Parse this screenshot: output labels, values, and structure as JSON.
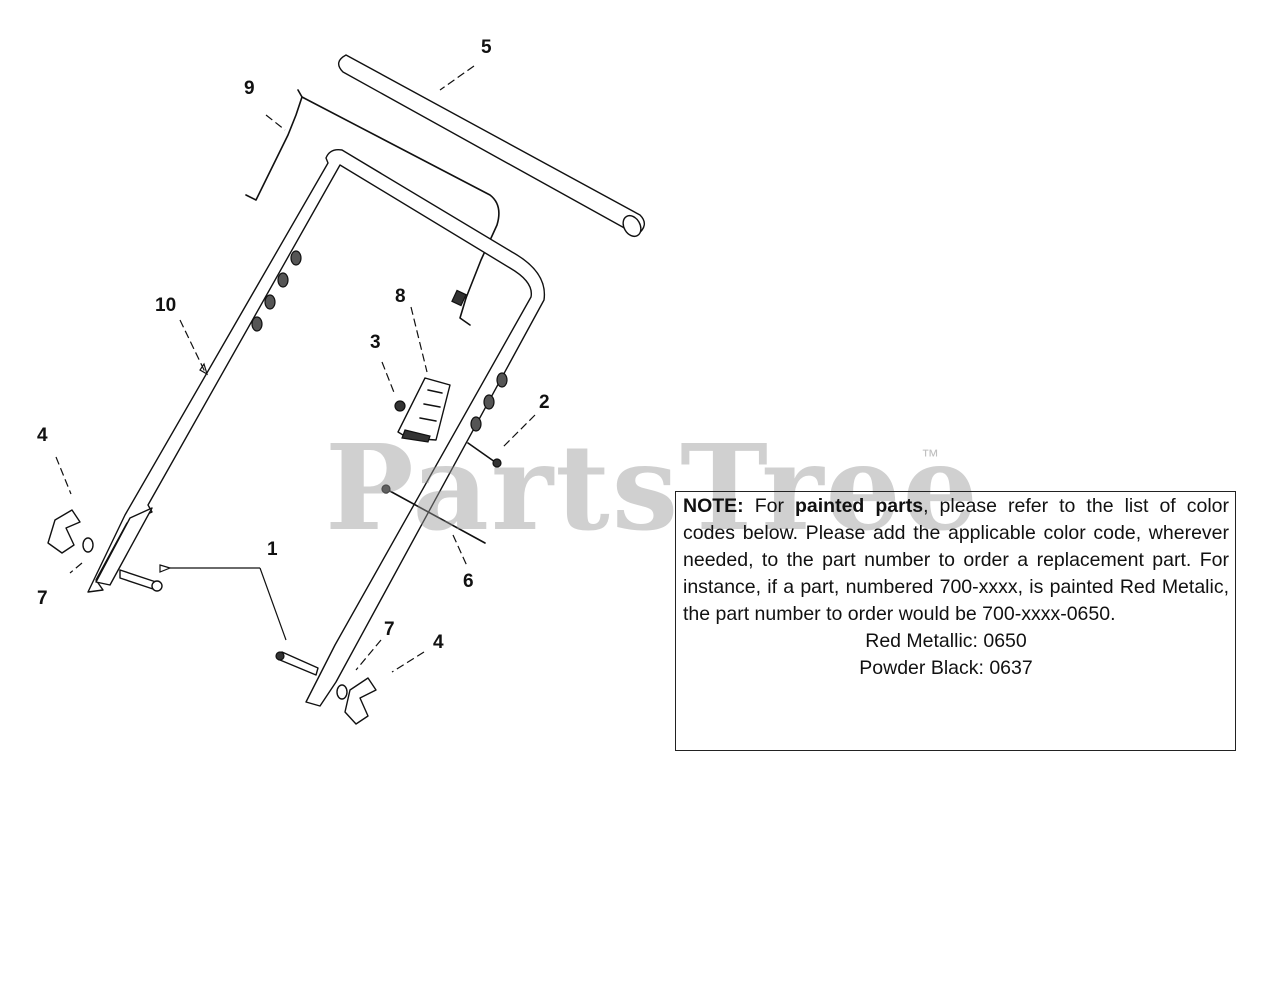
{
  "watermark": {
    "text": "PartsTree",
    "trademark": "™"
  },
  "callouts": {
    "c1": "1",
    "c2": "2",
    "c3": "3",
    "c4a": "4",
    "c4b": "4",
    "c5": "5",
    "c6": "6",
    "c7a": "7",
    "c7b": "7",
    "c8": "8",
    "c9": "9",
    "c10": "10"
  },
  "note": {
    "label": "NOTE:",
    "text_1": " For ",
    "emphasis": "painted parts",
    "text_2": ", please refer to the list of color codes below. Please add the applicable color code, wherever needed, to the part number to order a replacement part. For instance, if a part, numbered 700-xxxx, is painted Red Metalic,  the part number to order would be 700-xxxx-0650.",
    "color_codes": [
      "Red Metallic:  0650",
      "Powder Black: 0637"
    ]
  }
}
